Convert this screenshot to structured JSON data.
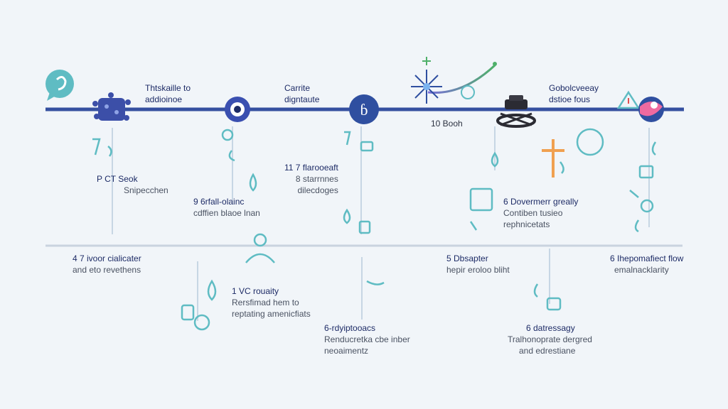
{
  "colors": {
    "background": "#f1f5f9",
    "main_line": "#3550a0",
    "secondary_line": "#c9d3df",
    "icon_teal": "#5fbcc3",
    "node_blue": "#2f4fa0",
    "accent_orange": "#f0a050",
    "accent_green": "#4fb06a"
  },
  "top_labels": [
    {
      "line1": "Thtskaille to",
      "line2": "addioinoe"
    },
    {
      "line1": "Carrite",
      "line2": "digntaute"
    },
    {
      "line1": "Gobolcveeay",
      "line2": "dstioe fous"
    }
  ],
  "mid_label": "10 Booh",
  "upper_labels": [
    {
      "title": "P   CT Seok",
      "sub": "Snipecchen"
    },
    {
      "title": "9 6rfall-olainc",
      "sub": "cdffien blaoe lnan"
    },
    {
      "title": "11 7 flarooeaft",
      "sub": "8 starrnnes",
      "sub2": "dilecdoges"
    },
    {
      "title": "6 Dovermerr greally",
      "sub": "Contiben tusieo",
      "sub2": "rephnicetats"
    }
  ],
  "lower_labels": [
    {
      "title": "4 7 ivoor cialicater",
      "sub": "and eto revethens"
    },
    {
      "title": "1 VC rouaity",
      "sub": "Rersfimad hem to",
      "sub2": "reptating amenicfiats"
    },
    {
      "title": "6-rdyiptooacs",
      "sub": "Renducretka cbe inber",
      "sub2": "neoaimentz"
    },
    {
      "title": "5 Dbsapter",
      "sub": "hepir eroloo bliht"
    },
    {
      "title": "6 datressagy",
      "sub": "Tralhonoprate dergred",
      "sub2": "and edrestiane"
    },
    {
      "title": "6 Ihepomafiect flow",
      "sub": "emalnacklarity"
    }
  ],
  "icons": {
    "speech": "speech-bubble-icon",
    "virus": "virus-icon",
    "gear": "gear-icon",
    "node_b": "letter-b-node-icon",
    "star": "sparkle-star-icon",
    "hat": "detective-hat-icon",
    "warning": "warning-triangle-icon",
    "globe": "globe-icon",
    "cross": "cross-icon",
    "badge": "badge-icon"
  }
}
